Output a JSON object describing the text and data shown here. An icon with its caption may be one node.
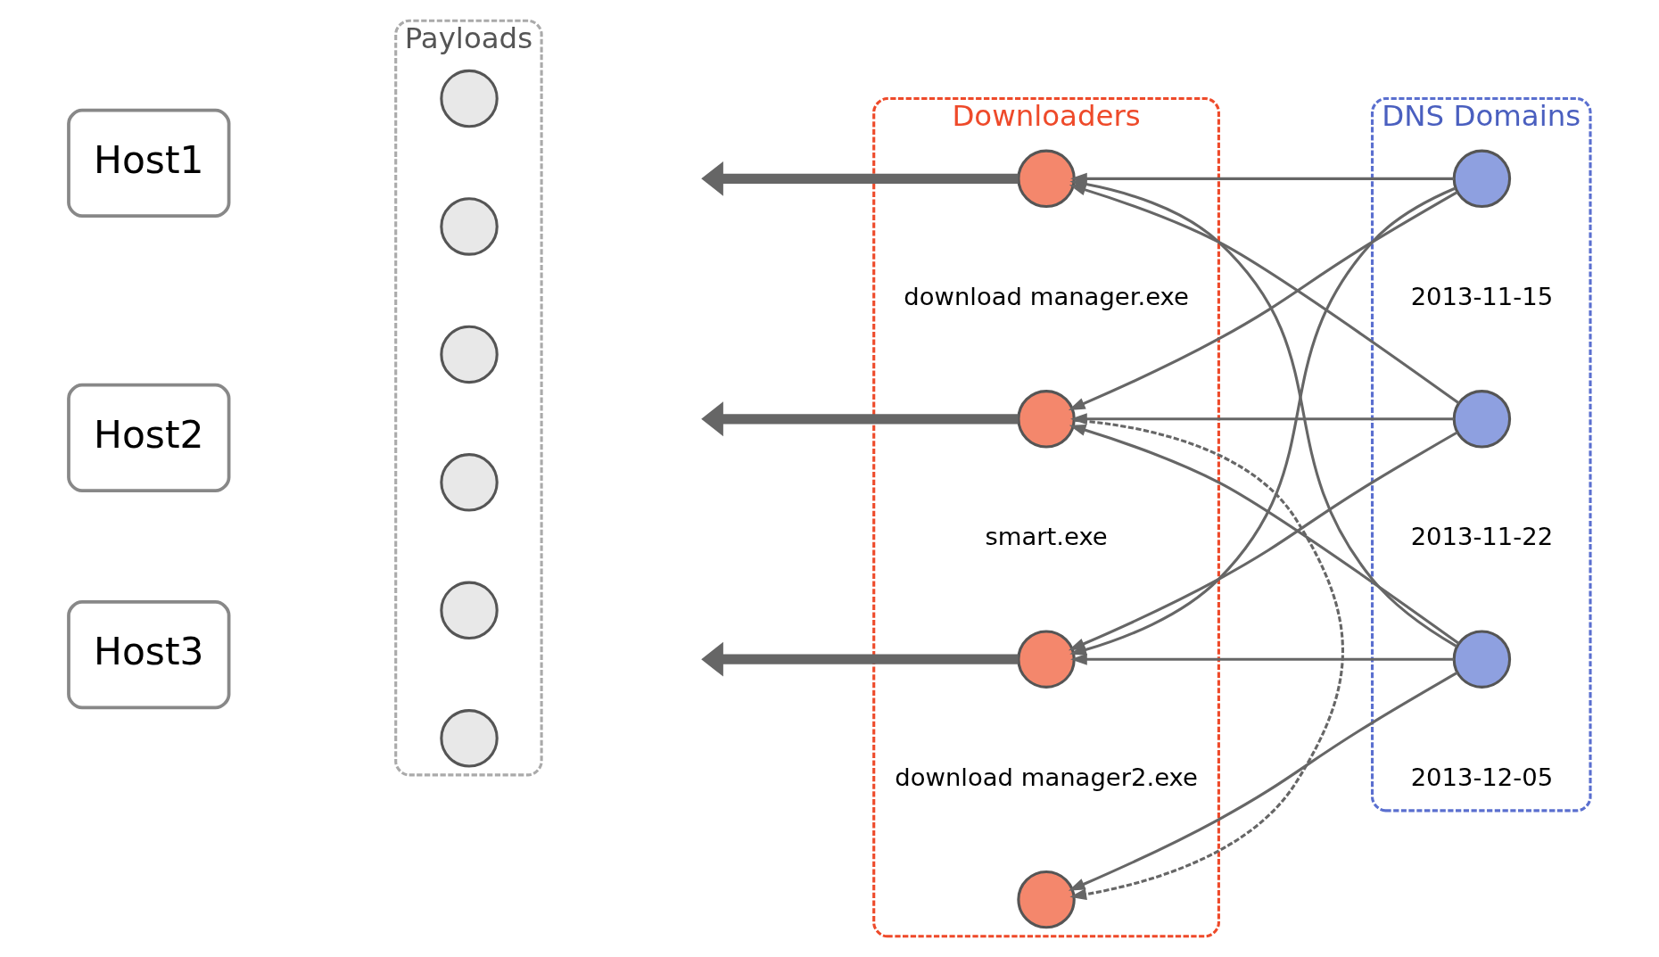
{
  "diagram": {
    "nodes": [
      {
        "text": [
          "Payloads"
        ]
      },
      {
        "text": [
          "Downloaders"
        ]
      },
      {
        "text": [
          "DNS Domains"
        ]
      },
      {
        "text": [
          "Host1"
        ]
      },
      {
        "text": [
          "Host2"
        ]
      },
      {
        "text": [
          "Host3"
        ]
      },
      {
        "text": [],
        "shape": "circle",
        "in": 0
      },
      {
        "text": [],
        "shape": "circle",
        "in": 0
      },
      {
        "text": [],
        "shape": "circle",
        "in": 0
      },
      {
        "text": [],
        "shape": "circle",
        "in": 0
      },
      {
        "text": [],
        "shape": "circle",
        "in": 0
      },
      {
        "text": [],
        "shape": "circle",
        "in": 0
      },
      {
        "text": [],
        "shape": "circle",
        "in": 1,
        "beside": [
          "download manager.exe"
        ]
      },
      {
        "text": [],
        "shape": "circle",
        "in": 1,
        "beside": [
          "smart.exe"
        ]
      },
      {
        "text": [],
        "shape": "circle",
        "in": 1
      },
      {
        "text": [],
        "shape": "circle",
        "in": 1,
        "beside": [
          "download manager2.exe"
        ]
      },
      {
        "text": [],
        "shape": "circle",
        "in": 2,
        "beside": [
          "2013-11-15"
        ]
      },
      {
        "text": [],
        "shape": "circle",
        "in": 2,
        "beside": [
          "2013-11-22"
        ]
      },
      {
        "text": [],
        "shape": "circle",
        "in": 2,
        "beside": [
          "2013-12-05"
        ]
      }
    ],
    "edges": [
      {
        "from": 16,
        "to": 12,
        "arrow": "to"
      },
      {
        "from": 16,
        "to": 13,
        "arrow": "to"
      },
      {
        "from": 16,
        "to": 15,
        "arrow": "to"
      },
      {
        "from": 17,
        "to": 12,
        "arrow": "to"
      },
      {
        "from": 17,
        "to": 13,
        "arrow": "to"
      },
      {
        "from": 17,
        "to": 15,
        "arrow": "to"
      },
      {
        "from": 18,
        "to": 12,
        "arrow": "to"
      },
      {
        "from": 18,
        "to": 13,
        "arrow": "to"
      },
      {
        "from": 18,
        "to": 14,
        "arrow": "to"
      },
      {
        "from": 18,
        "to": 15,
        "arrow": "to"
      },
      {
        "from": 13,
        "to": 14,
        "arrow": "to",
        "style": "dashed"
      },
      {
        "from": 12,
        "to": null,
        "arrow": "to",
        "style": "thick"
      },
      {
        "from": 13,
        "to": null,
        "arrow": "to",
        "style": "thick"
      },
      {
        "from": 15,
        "to": null,
        "arrow": "to",
        "style": "thick"
      }
    ]
  }
}
